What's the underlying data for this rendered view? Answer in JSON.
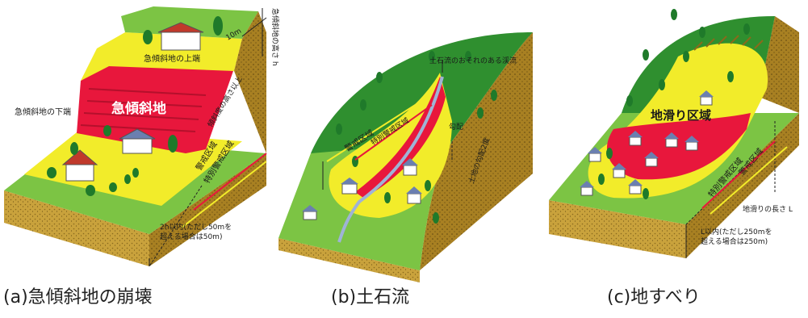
{
  "colors": {
    "grass_dark": "#2f8f2f",
    "grass_light": "#7cc444",
    "yellow_zone": "#f2ec2a",
    "red_zone": "#e8173c",
    "soil": "#c9a23c",
    "soil_dark": "#a88022"
  },
  "panel_a": {
    "caption": "(a)急傾斜地の崩壊",
    "label_slope": "急傾斜地",
    "label_top": "急傾斜地の上端",
    "label_bottom": "急傾斜地の下端",
    "label_height": "急傾斜地の高さ h",
    "label_within": "10m",
    "label_special": "特別警戒区域",
    "label_warning": "警戒区域",
    "label_h2": "傾斜度の高さ以上",
    "label_2h_line1": "2h以内(ただし50mを",
    "label_2h_line2": "超える場合は50m)"
  },
  "panel_b": {
    "caption": "(b)土石流",
    "label_stream": "土石流のおそれのある渓流",
    "label_warning": "警戒区域",
    "label_special": "特別警戒区域",
    "label_gradient": "勾配",
    "label_area": "土地の勾配2度"
  },
  "panel_c": {
    "caption": "(c)地すべり",
    "label_area": "地滑り区域",
    "label_special": "特別警戒区域",
    "label_warning": "警戒区域",
    "label_length": "地滑りの長さ L",
    "label_L_line1": "L以内(ただし250mを",
    "label_L_line2": "超える場合は250m)"
  }
}
